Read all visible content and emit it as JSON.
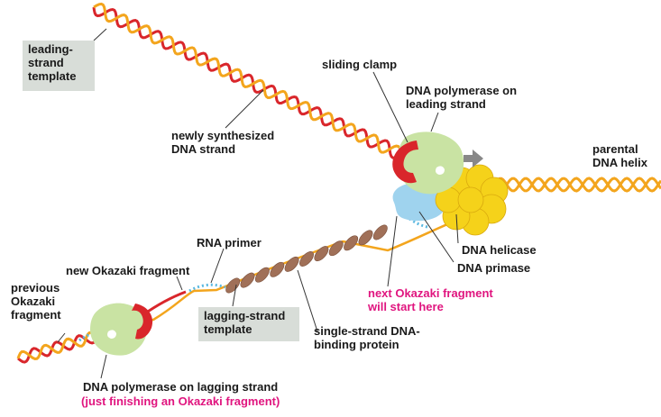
{
  "colors": {
    "red_strand": "#d9262b",
    "orange_strand": "#f3a51d",
    "polymerase": "#c9e3a3",
    "clamp": "#d9262b",
    "helicase": "#f5d21a",
    "primase": "#9fd3ee",
    "ssb_protein": "#a07058",
    "rna_primer": "#5bb8e0",
    "arrow": "#888888",
    "highlight_text": "#e0157f",
    "label_box": "#d8ddd8"
  },
  "labels": {
    "leading_template": [
      "leading-",
      "strand",
      "template"
    ],
    "sliding_clamp": "sliding clamp",
    "pol_leading": [
      "DNA polymerase on",
      "leading strand"
    ],
    "newly_synth": [
      "newly synthesized",
      "DNA strand"
    ],
    "parental": [
      "parental",
      "DNA helix"
    ],
    "helicase": "DNA helicase",
    "primase": "DNA primase",
    "rna_primer": "RNA primer",
    "new_okazaki": "new Okazaki fragment",
    "prev_okazaki": [
      "previous",
      "Okazaki",
      "fragment"
    ],
    "next_okazaki": [
      "next Okazaki fragment",
      "will start here"
    ],
    "lagging_template": [
      "lagging-strand",
      "template"
    ],
    "ssb": [
      "single-strand DNA-",
      "binding protein"
    ],
    "pol_lagging": "DNA polymerase on lagging strand",
    "pol_lagging_note": "(just finishing an Okazaki fragment)"
  }
}
